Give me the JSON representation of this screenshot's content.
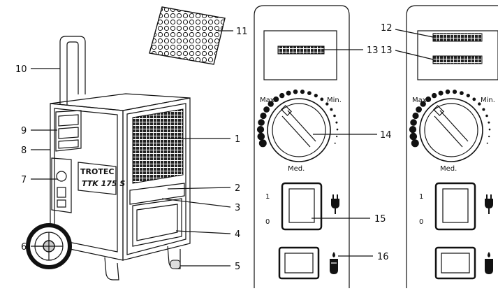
{
  "device": {
    "brand": "TROTEC",
    "model": "TTK 175 S"
  },
  "callouts": [
    "1",
    "2",
    "3",
    "4",
    "5",
    "6",
    "7",
    "8",
    "9",
    "10",
    "11",
    "12",
    "13",
    "14",
    "15",
    "16"
  ],
  "dial": {
    "max_label": "Max.",
    "min_label": "Min.",
    "med_label": "Med."
  },
  "switch": {
    "on_label": "1",
    "off_label": "0"
  },
  "icons": {
    "power": "power-plug-icon",
    "tank": "water-drops-tank-icon"
  }
}
